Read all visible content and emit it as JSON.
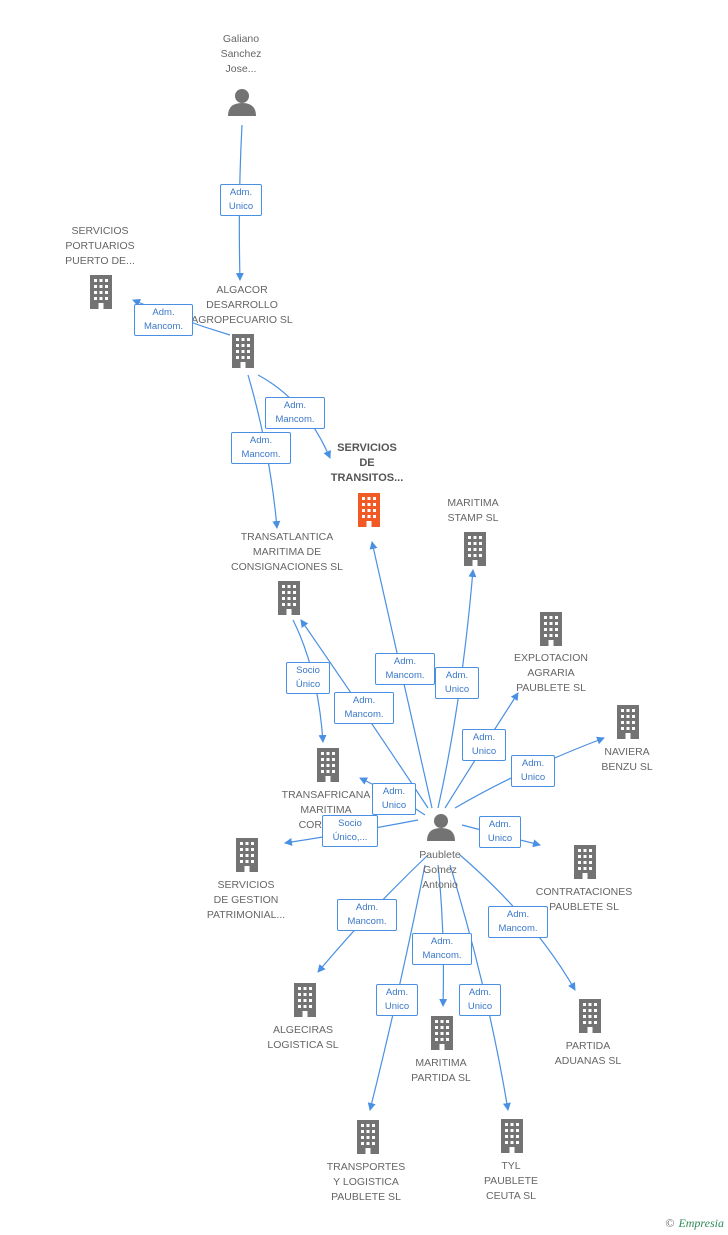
{
  "colors": {
    "building": "#737373",
    "focus": "#f15a24",
    "person": "#737373",
    "edge": "#4a90e2"
  },
  "nodes": {
    "galiano": "Galiano\nSanchez\nJose...",
    "servicios_portuarios": "SERVICIOS\nPORTUARIOS\nPUERTO DE...",
    "algacor": "ALGACOR\nDESARROLLO\nAGROPECUARIO SL",
    "servicios_transitos": "SERVICIOS\nDE\nTRANSITOS...",
    "maritima_stamp": "MARITIMA\nSTAMP SL",
    "transatlantica": "TRANSATLANTICA\nMARITIMA DE\nCONSIGNACIONES SL",
    "explotacion": "EXPLOTACION\nAGRARIA\nPAUBLETE SL",
    "naviera": "NAVIERA\nBENZU SL",
    "transafricana": "TRANSAFRICANA\nMARITIMA\nCORPOR...",
    "paublete": "Paublete\nGomez\nAntonio",
    "servicios_gestion": "SERVICIOS\nDE GESTION\nPATRIMONIAL...",
    "contrataciones": "CONTRATACIONES\nPAUBLETE SL",
    "algeciras": "ALGECIRAS\nLOGISTICA SL",
    "maritima_partida": "MARITIMA\nPARTIDA SL",
    "partida_aduanas": "PARTIDA\nADUANAS SL",
    "transportes": "TRANSPORTES\nY LOGISTICA\nPAUBLETE SL",
    "tyl": "TYL\nPAUBLETE\nCEUTA  SL"
  },
  "edges": {
    "e1": "Adm.\nUnico",
    "e2": "Adm.\nMancom.",
    "e3": "Adm.\nMancom.",
    "e4": "Adm.\nMancom.",
    "e5": "Adm.\nMancom.",
    "e6": "Adm.\nUnico",
    "e7": "Socio\nÚnico",
    "e8": "Adm.\nMancom.",
    "e9": "Adm.\nUnico",
    "e10": "Adm.\nUnico",
    "e11": "Adm.\nUnico",
    "e12": "Socio\nÚnico,...",
    "e13": "Adm.\nUnico",
    "e14": "Adm.\nMancom.",
    "e15": "Adm.\nMancom.",
    "e16": "Adm.\nMancom.",
    "e17": "Adm.\nUnico",
    "e18": "Adm.\nUnico"
  },
  "footer": {
    "copyright": "©",
    "brand": "Empresia"
  }
}
